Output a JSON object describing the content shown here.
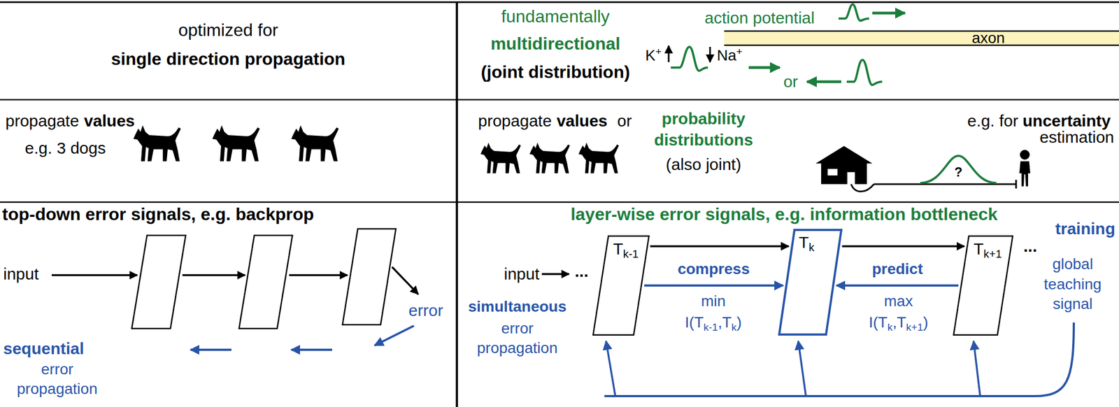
{
  "diagram": {
    "nodes": [
      {
        "text": [
          "Tk-1"
        ]
      },
      {
        "text": [
          "Tk"
        ]
      },
      {
        "text": [
          "Tk+1"
        ]
      }
    ],
    "edges": [
      {
        "from": 0,
        "to": 1,
        "arrow": "to"
      },
      {
        "from": 1,
        "to": 2,
        "arrow": "to"
      },
      {
        "from": 0,
        "to": 1,
        "arrow": "to",
        "label": "compress"
      },
      {
        "from": 2,
        "to": 1,
        "arrow": "to",
        "label": "predict"
      }
    ],
    "labels": [
      "optimized for",
      "single direction propagation",
      "fundamentally",
      "multidirectional",
      "(joint distribution)",
      "action potential",
      "K+",
      "Na+",
      "axon",
      "or",
      "propagate",
      "values",
      "e.g. 3 dogs",
      "propagate",
      "values",
      "or",
      "probability distributions",
      "(also joint)",
      "e.g. for",
      "uncertainty",
      "estimation",
      "?",
      "top-down error signals, e.g. backprop",
      "input",
      "sequential",
      "error propagation",
      "error",
      "layer-wise error signals, e.g. information bottleneck",
      "input",
      "...",
      "min",
      "I(Tk-1,Tk)",
      "max",
      "I(Tk,Tk+1)",
      "...",
      "training",
      "global teaching signal",
      "simultaneous",
      "error propagation"
    ]
  }
}
